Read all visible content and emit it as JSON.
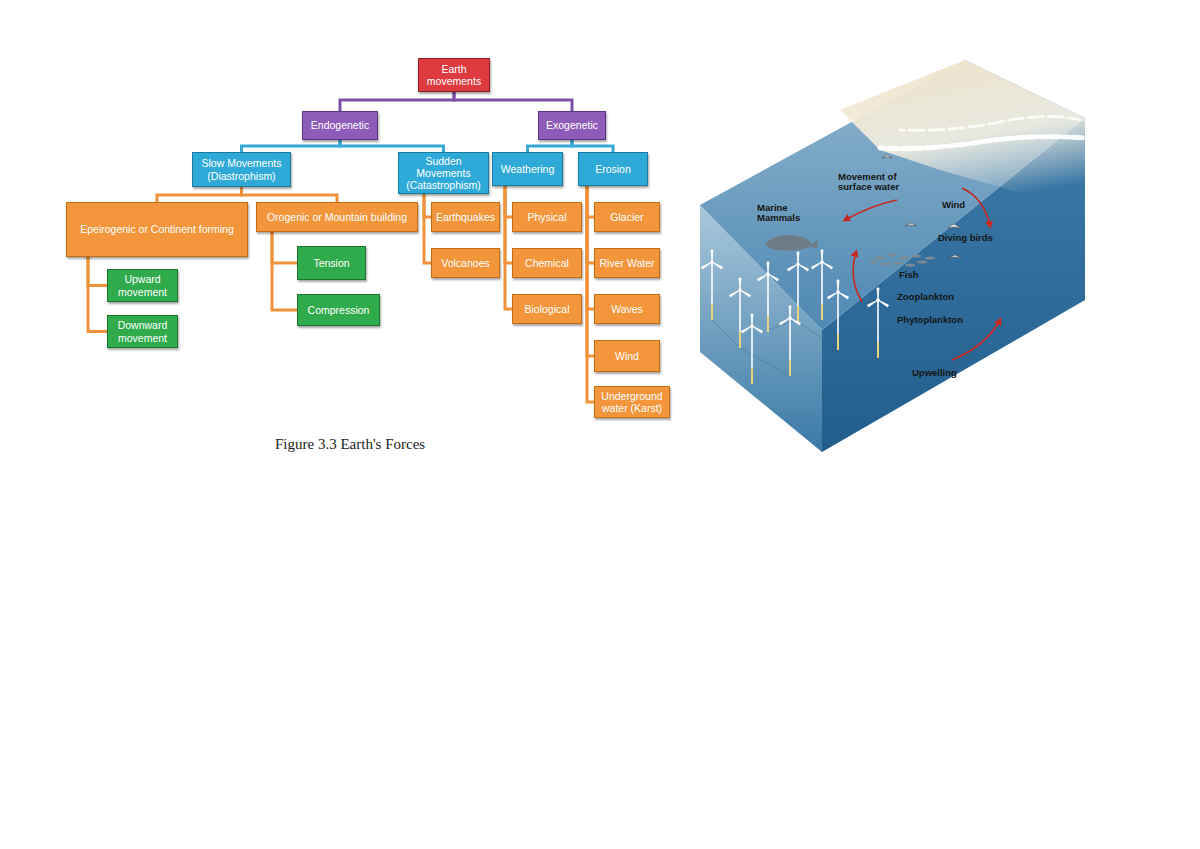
{
  "diagram": {
    "caption": "Figure 3.3 Earth's Forces",
    "nodes": [
      {
        "text": [
          "Earth movements"
        ]
      },
      {
        "text": [
          "Endogenetic"
        ]
      },
      {
        "text": [
          "Exogenetic"
        ]
      },
      {
        "text": [
          "Slow Movements (Diastrophism)"
        ]
      },
      {
        "text": [
          "Sudden Movements (Catastrophism)"
        ]
      },
      {
        "text": [
          "Weathering"
        ]
      },
      {
        "text": [
          "Erosion"
        ]
      },
      {
        "text": [
          "Epeirogenic or Continent forming"
        ]
      },
      {
        "text": [
          "Orogenic or Mountain building"
        ]
      },
      {
        "text": [
          "Earthquakes"
        ]
      },
      {
        "text": [
          "Physical"
        ]
      },
      {
        "text": [
          "Glacier"
        ]
      },
      {
        "text": [
          "Upward movement"
        ]
      },
      {
        "text": [
          "Tension"
        ]
      },
      {
        "text": [
          "Volcanoes"
        ]
      },
      {
        "text": [
          "Chemical"
        ]
      },
      {
        "text": [
          "River Water"
        ]
      },
      {
        "text": [
          "Downward movement"
        ]
      },
      {
        "text": [
          "Compression"
        ]
      },
      {
        "text": [
          "Biological"
        ]
      },
      {
        "text": [
          "Waves"
        ]
      },
      {
        "text": [
          "Wind"
        ]
      },
      {
        "text": [
          "Underground water (Karst)"
        ]
      }
    ],
    "edges": [
      {
        "from": 0,
        "to": 1,
        "arrow": "none"
      },
      {
        "from": 0,
        "to": 2,
        "arrow": "none"
      },
      {
        "from": 1,
        "to": 3,
        "arrow": "none"
      },
      {
        "from": 1,
        "to": 4,
        "arrow": "none"
      },
      {
        "from": 2,
        "to": 5,
        "arrow": "none"
      },
      {
        "from": 2,
        "to": 6,
        "arrow": "none"
      },
      {
        "from": 3,
        "to": 7,
        "arrow": "none"
      },
      {
        "from": 3,
        "to": 8,
        "arrow": "none"
      },
      {
        "from": 4,
        "to": 9,
        "arrow": "none"
      },
      {
        "from": 4,
        "to": 14,
        "arrow": "none"
      },
      {
        "from": 5,
        "to": 10,
        "arrow": "none"
      },
      {
        "from": 5,
        "to": 15,
        "arrow": "none"
      },
      {
        "from": 5,
        "to": 19,
        "arrow": "none"
      },
      {
        "from": 6,
        "to": 11,
        "arrow": "none"
      },
      {
        "from": 6,
        "to": 16,
        "arrow": "none"
      },
      {
        "from": 6,
        "to": 20,
        "arrow": "none"
      },
      {
        "from": 6,
        "to": 21,
        "arrow": "none"
      },
      {
        "from": 6,
        "to": 22,
        "arrow": "none"
      },
      {
        "from": 7,
        "to": 12,
        "arrow": "none"
      },
      {
        "from": 7,
        "to": 17,
        "arrow": "none"
      },
      {
        "from": 8,
        "to": 13,
        "arrow": "none"
      },
      {
        "from": 8,
        "to": 18,
        "arrow": "none"
      }
    ],
    "labels": [
      "Movement of surface water",
      "Marine Mammals",
      "Wind",
      "Diving birds",
      "Fish",
      "Zooplankton",
      "Phytoplankton",
      "Upwelling"
    ]
  }
}
